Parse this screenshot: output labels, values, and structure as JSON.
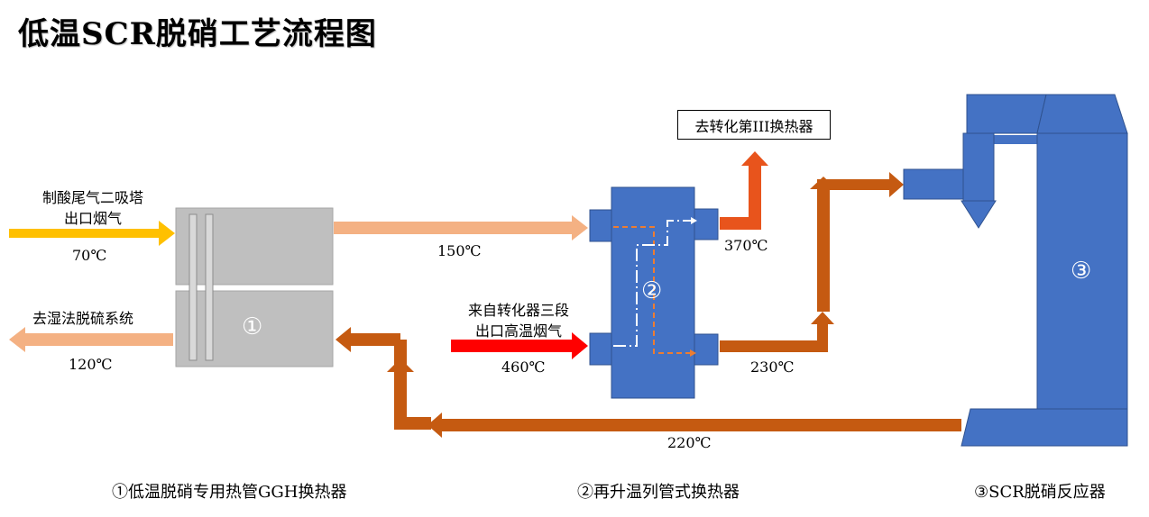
{
  "title": "低温SCR脱硝工艺流程图",
  "inlet": {
    "line1": "制酸尾气二吸塔",
    "line2": "出口烟气",
    "temp": "70℃"
  },
  "outlet": {
    "label": "去湿法脱硫系统",
    "temp": "120℃"
  },
  "ggh_to_reheater_temp": "150℃",
  "hot_gas": {
    "line1": "来自转化器三段",
    "line2": "出口高温烟气",
    "temp": "460℃"
  },
  "to_exchanger": {
    "label": "去转化第III换热器",
    "temp": "370℃"
  },
  "reheater_out_temp": "230℃",
  "return_temp": "220℃",
  "markers": {
    "ggh": "①",
    "reheater": "②",
    "scr": "③"
  },
  "captions": {
    "ggh": "①低温脱硝专用热管GGH换热器",
    "reheater": "②再升温列管式换热器",
    "scr": "③SCR脱硝反应器"
  },
  "colors": {
    "inlet": "#ffc000",
    "light_orange": "#f4b183",
    "dark_orange": "#c55a11",
    "hot_red": "#ff0000",
    "bright_orange": "#e8541c",
    "blue": "#4472c4",
    "gray": "#bfbfbf"
  }
}
